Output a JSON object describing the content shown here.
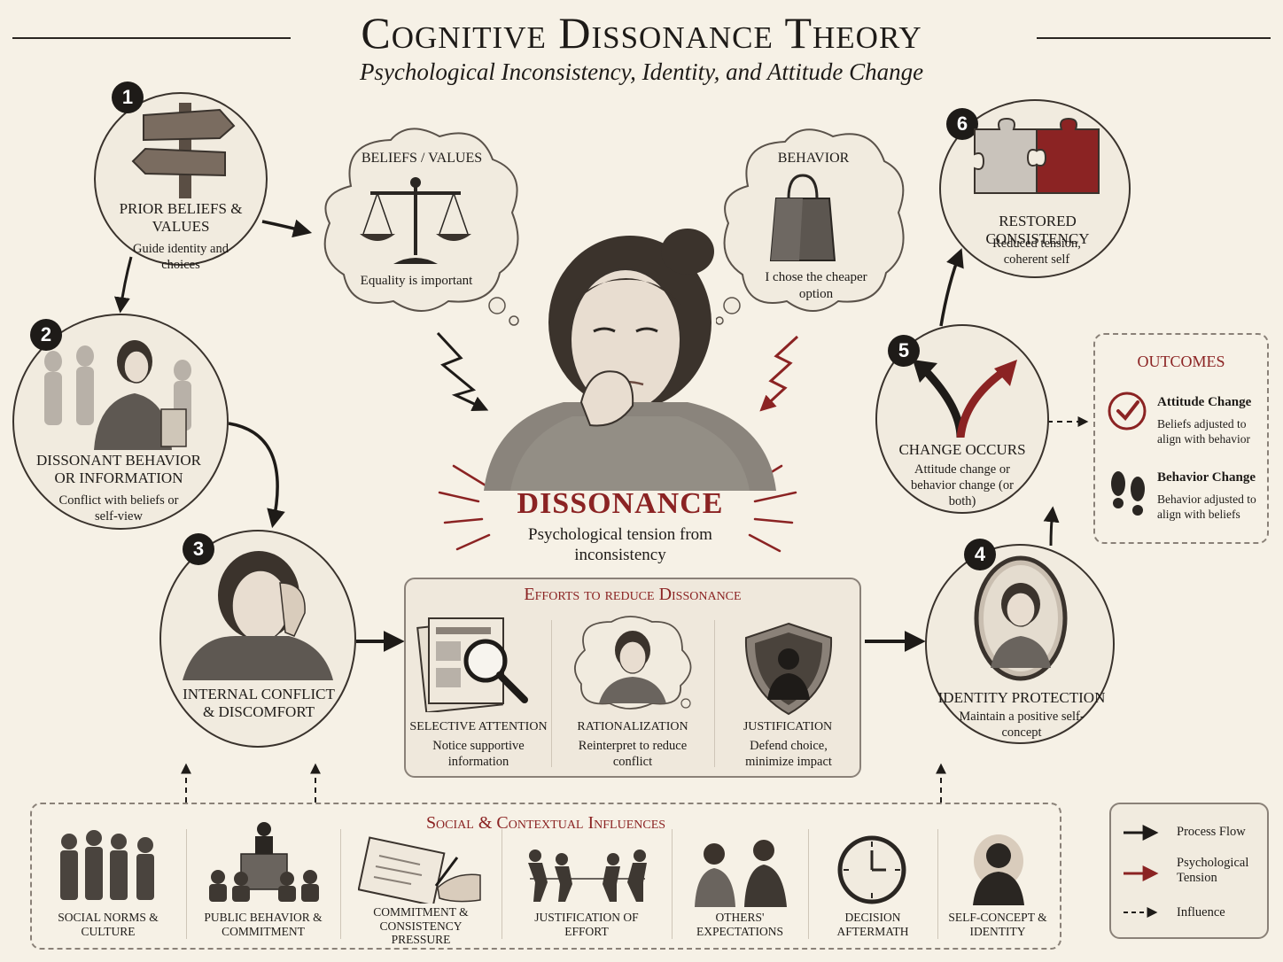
{
  "title": "Cognitive Dissonance Theory",
  "subtitle": "Psychological Inconsistency, Identity, and Attitude Change",
  "steps": [
    {
      "num": "1",
      "title": "Prior Beliefs & Values",
      "desc": "Guide identity and choices",
      "icon": "signpost-icon"
    },
    {
      "num": "2",
      "title": "Dissonant Behavior or Information",
      "desc": "Conflict with beliefs or self-view",
      "icon": "woman-with-shopping-bags-icon"
    },
    {
      "num": "3",
      "title": "Internal Conflict & Discomfort",
      "desc": "",
      "icon": "distressed-woman-icon"
    },
    {
      "num": "4",
      "title": "Identity Protection",
      "desc": "Maintain a positive self-concept",
      "icon": "mirror-icon"
    },
    {
      "num": "5",
      "title": "Change Occurs",
      "desc": "Attitude change or behavior change (or both)",
      "icon": "diverging-arrows-icon"
    },
    {
      "num": "6",
      "title": "Restored Consistency",
      "desc": "Reduced tension, coherent self",
      "icon": "puzzle-pieces-icon"
    }
  ],
  "clouds": {
    "beliefs": {
      "title": "Beliefs / Values",
      "desc": "Equality is important",
      "icon": "scales-icon"
    },
    "behavior": {
      "title": "Behavior",
      "desc": "I chose the cheaper option",
      "icon": "shopping-bag-icon"
    }
  },
  "dissonance": {
    "title": "DISSONANCE",
    "desc": "Psychological tension from inconsistency"
  },
  "efforts": {
    "title": "Efforts to reduce Dissonance",
    "items": [
      {
        "title": "Selective Attention",
        "desc": "Notice supportive information",
        "icon": "newspaper-magnifier-icon"
      },
      {
        "title": "Rationalization",
        "desc": "Reinterpret to reduce conflict",
        "icon": "thinking-person-icon"
      },
      {
        "title": "Justification",
        "desc": "Defend choice, minimize impact",
        "icon": "shield-icon"
      }
    ]
  },
  "outcomes": {
    "title": "OUTCOMES",
    "items": [
      {
        "title": "Attitude Change",
        "desc": "Beliefs adjusted to align with behavior",
        "icon": "checkmark-icon"
      },
      {
        "title": "Behavior Change",
        "desc": "Behavior adjusted to align with beliefs",
        "icon": "footprints-icon"
      }
    ]
  },
  "influences": {
    "title": "Social & Contextual Influences",
    "items": [
      {
        "label": "Social Norms & Culture",
        "icon": "group-icon"
      },
      {
        "label": "Public Behavior & Commitment",
        "icon": "podium-icon"
      },
      {
        "label": "Commitment & Consistency Pressure",
        "icon": "signing-document-icon"
      },
      {
        "label": "Justification of Effort",
        "icon": "tug-of-war-icon"
      },
      {
        "label": "Others' Expectations",
        "icon": "conversation-icon"
      },
      {
        "label": "Decision Aftermath",
        "icon": "clock-icon"
      },
      {
        "label": "Self-Concept & Identity",
        "icon": "silhouette-icon"
      }
    ]
  },
  "legend": [
    {
      "label": "Process Flow",
      "style": "solid-black"
    },
    {
      "label": "Psychological Tension",
      "style": "red-arrow"
    },
    {
      "label": "Influence",
      "style": "dashed"
    }
  ],
  "colors": {
    "accent": "#8b2323",
    "ink": "#1e1b18",
    "background": "#f6f1e6"
  }
}
